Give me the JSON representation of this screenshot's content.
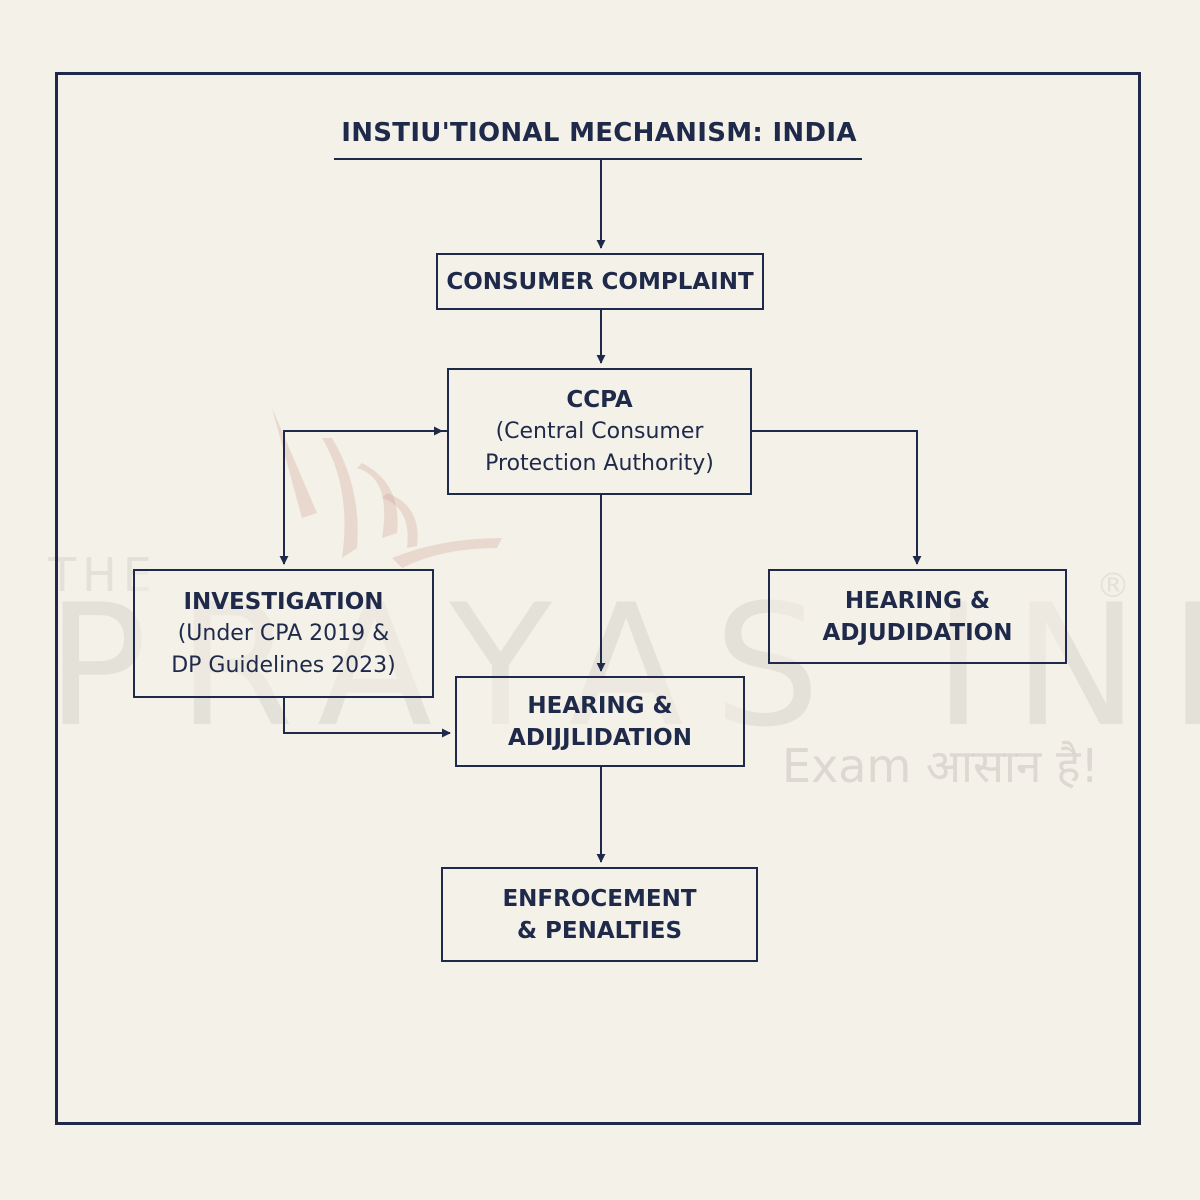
{
  "title": "INSTIU'TIONAL MECHANISM: INDIA",
  "watermark": {
    "brand_small": "THE",
    "brand_main": "PRAYAS INDIA",
    "registered": "®",
    "tagline": "Exam आसान है!"
  },
  "nodes": {
    "complaint": {
      "head": "CONSUMER COMPLAINT"
    },
    "ccpa": {
      "head": "CCPA",
      "sub_line1": "(Central Consumer",
      "sub_line2": "Protection Authority)"
    },
    "investigation": {
      "head": "INVESTIGATION",
      "sub_line1": "(Under CPA 2019 &",
      "sub_line2": "DP Guidelines 2023)"
    },
    "hearing_right": {
      "head_line1": "HEARING &",
      "head_line2": "ADJUDIDATION"
    },
    "hearing_center": {
      "head_line1": "HEARING &",
      "head_line2": "ADIJJLIDATION"
    },
    "enforcement": {
      "head_line1": "ENFROCEMENT",
      "head_line2": "& PENALTIES"
    }
  },
  "edges": [
    {
      "from": "title",
      "to": "complaint"
    },
    {
      "from": "complaint",
      "to": "ccpa"
    },
    {
      "from": "ccpa",
      "to": "investigation"
    },
    {
      "from": "investigation",
      "to": "ccpa"
    },
    {
      "from": "ccpa",
      "to": "hearing_right"
    },
    {
      "from": "ccpa",
      "to": "hearing_center"
    },
    {
      "from": "investigation",
      "to": "hearing_center"
    },
    {
      "from": "hearing_center",
      "to": "enforcement"
    }
  ],
  "colors": {
    "ink": "#1f2a4a",
    "background": "#f4f1e8"
  }
}
